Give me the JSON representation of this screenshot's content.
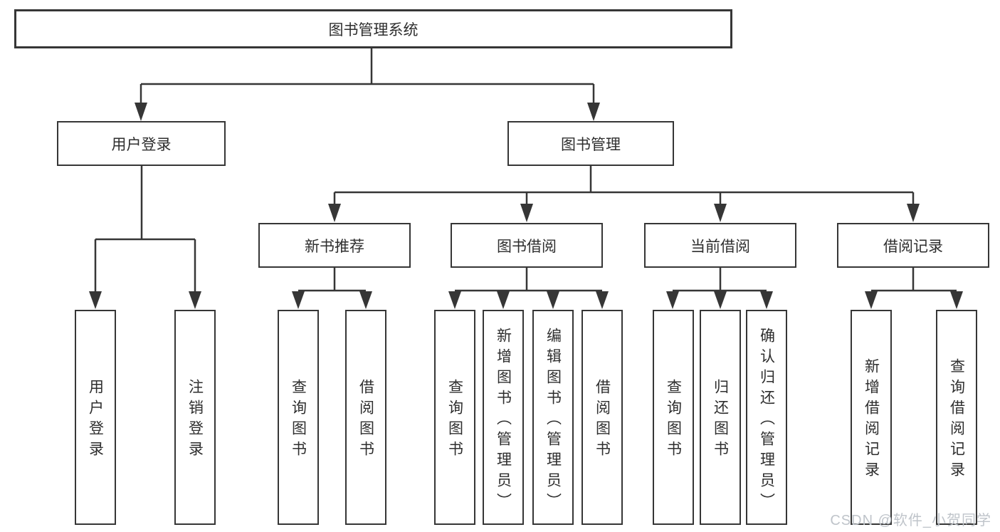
{
  "diagram": {
    "root": {
      "label": "图书管理系统"
    },
    "level2": [
      {
        "label": "用户登录"
      },
      {
        "label": "图书管理"
      }
    ],
    "level3": [
      {
        "label": "新书推荐"
      },
      {
        "label": "图书借阅"
      },
      {
        "label": "当前借阅"
      },
      {
        "label": "借阅记录"
      }
    ],
    "leaves": [
      {
        "label": "用户登录"
      },
      {
        "label": "注销登录"
      },
      {
        "label": "查询图书"
      },
      {
        "label": "借阅图书"
      },
      {
        "label": "查询图书"
      },
      {
        "label": "新增图书（管理员）"
      },
      {
        "label": "编辑图书（管理员）"
      },
      {
        "label": "借阅图书"
      },
      {
        "label": "查询图书"
      },
      {
        "label": "归还图书"
      },
      {
        "label": "确认归还（管理员）"
      },
      {
        "label": "新增借阅记录"
      },
      {
        "label": "查询借阅记录"
      }
    ]
  },
  "watermark": {
    "text": "CSDN @软件_小贺同学"
  },
  "colors": {
    "line": "#363636",
    "text": "#2e2e2e",
    "watermark": "#bfc4ca",
    "background": "#ffffff"
  }
}
